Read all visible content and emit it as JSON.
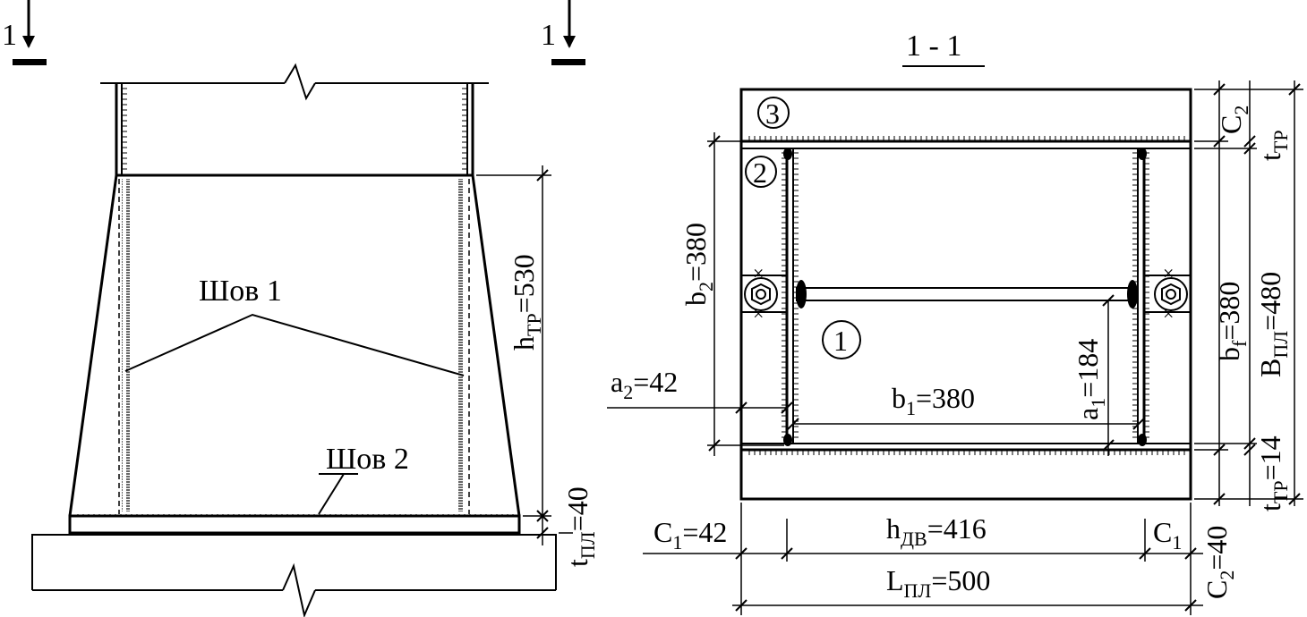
{
  "section_marks": {
    "left": "1",
    "right": "1"
  },
  "section_title": "1 - 1",
  "elevation": {
    "weld1": "Шов 1",
    "weld2": "Шов 2",
    "h_tr": {
      "sym": "h",
      "sub": "ТР",
      "val": "=530"
    },
    "t_pl": {
      "sym": "t",
      "sub": "ПЛ",
      "val": "=40"
    }
  },
  "plan": {
    "circle1": "1",
    "circle2": "2",
    "circle3": "3",
    "b2": {
      "sym": "b",
      "sub": "2",
      "val": "=380"
    },
    "a2": {
      "sym": "a",
      "sub": "2",
      "val": "=42"
    },
    "b1": {
      "sym": "b",
      "sub": "1",
      "val": "=380"
    },
    "a1": {
      "sym": "a",
      "sub": "1",
      "val": "=184"
    },
    "bf": {
      "sym": "b",
      "sub": "f",
      "val": "=380"
    },
    "B_pl": {
      "sym": "B",
      "sub": "ПЛ",
      "val": "=480"
    },
    "c2_top": {
      "sym": "C",
      "sub": "2",
      "val": ""
    },
    "t_tr_top": {
      "sym": "t",
      "sub": "ТР",
      "val": ""
    },
    "t_tr_bot": {
      "sym": "t",
      "sub": "ТР",
      "val": "=14"
    },
    "c2_bot": {
      "sym": "C",
      "sub": "2",
      "val": "=40"
    },
    "c1_left": {
      "sym": "C",
      "sub": "1",
      "val": "=42"
    },
    "c1_right": {
      "sym": "C",
      "sub": "1",
      "val": ""
    },
    "h_dv": {
      "sym": "h",
      "sub": "ДВ",
      "val": "=416"
    },
    "L_pl": {
      "sym": "L",
      "sub": "ПЛ",
      "val": "=500"
    }
  }
}
